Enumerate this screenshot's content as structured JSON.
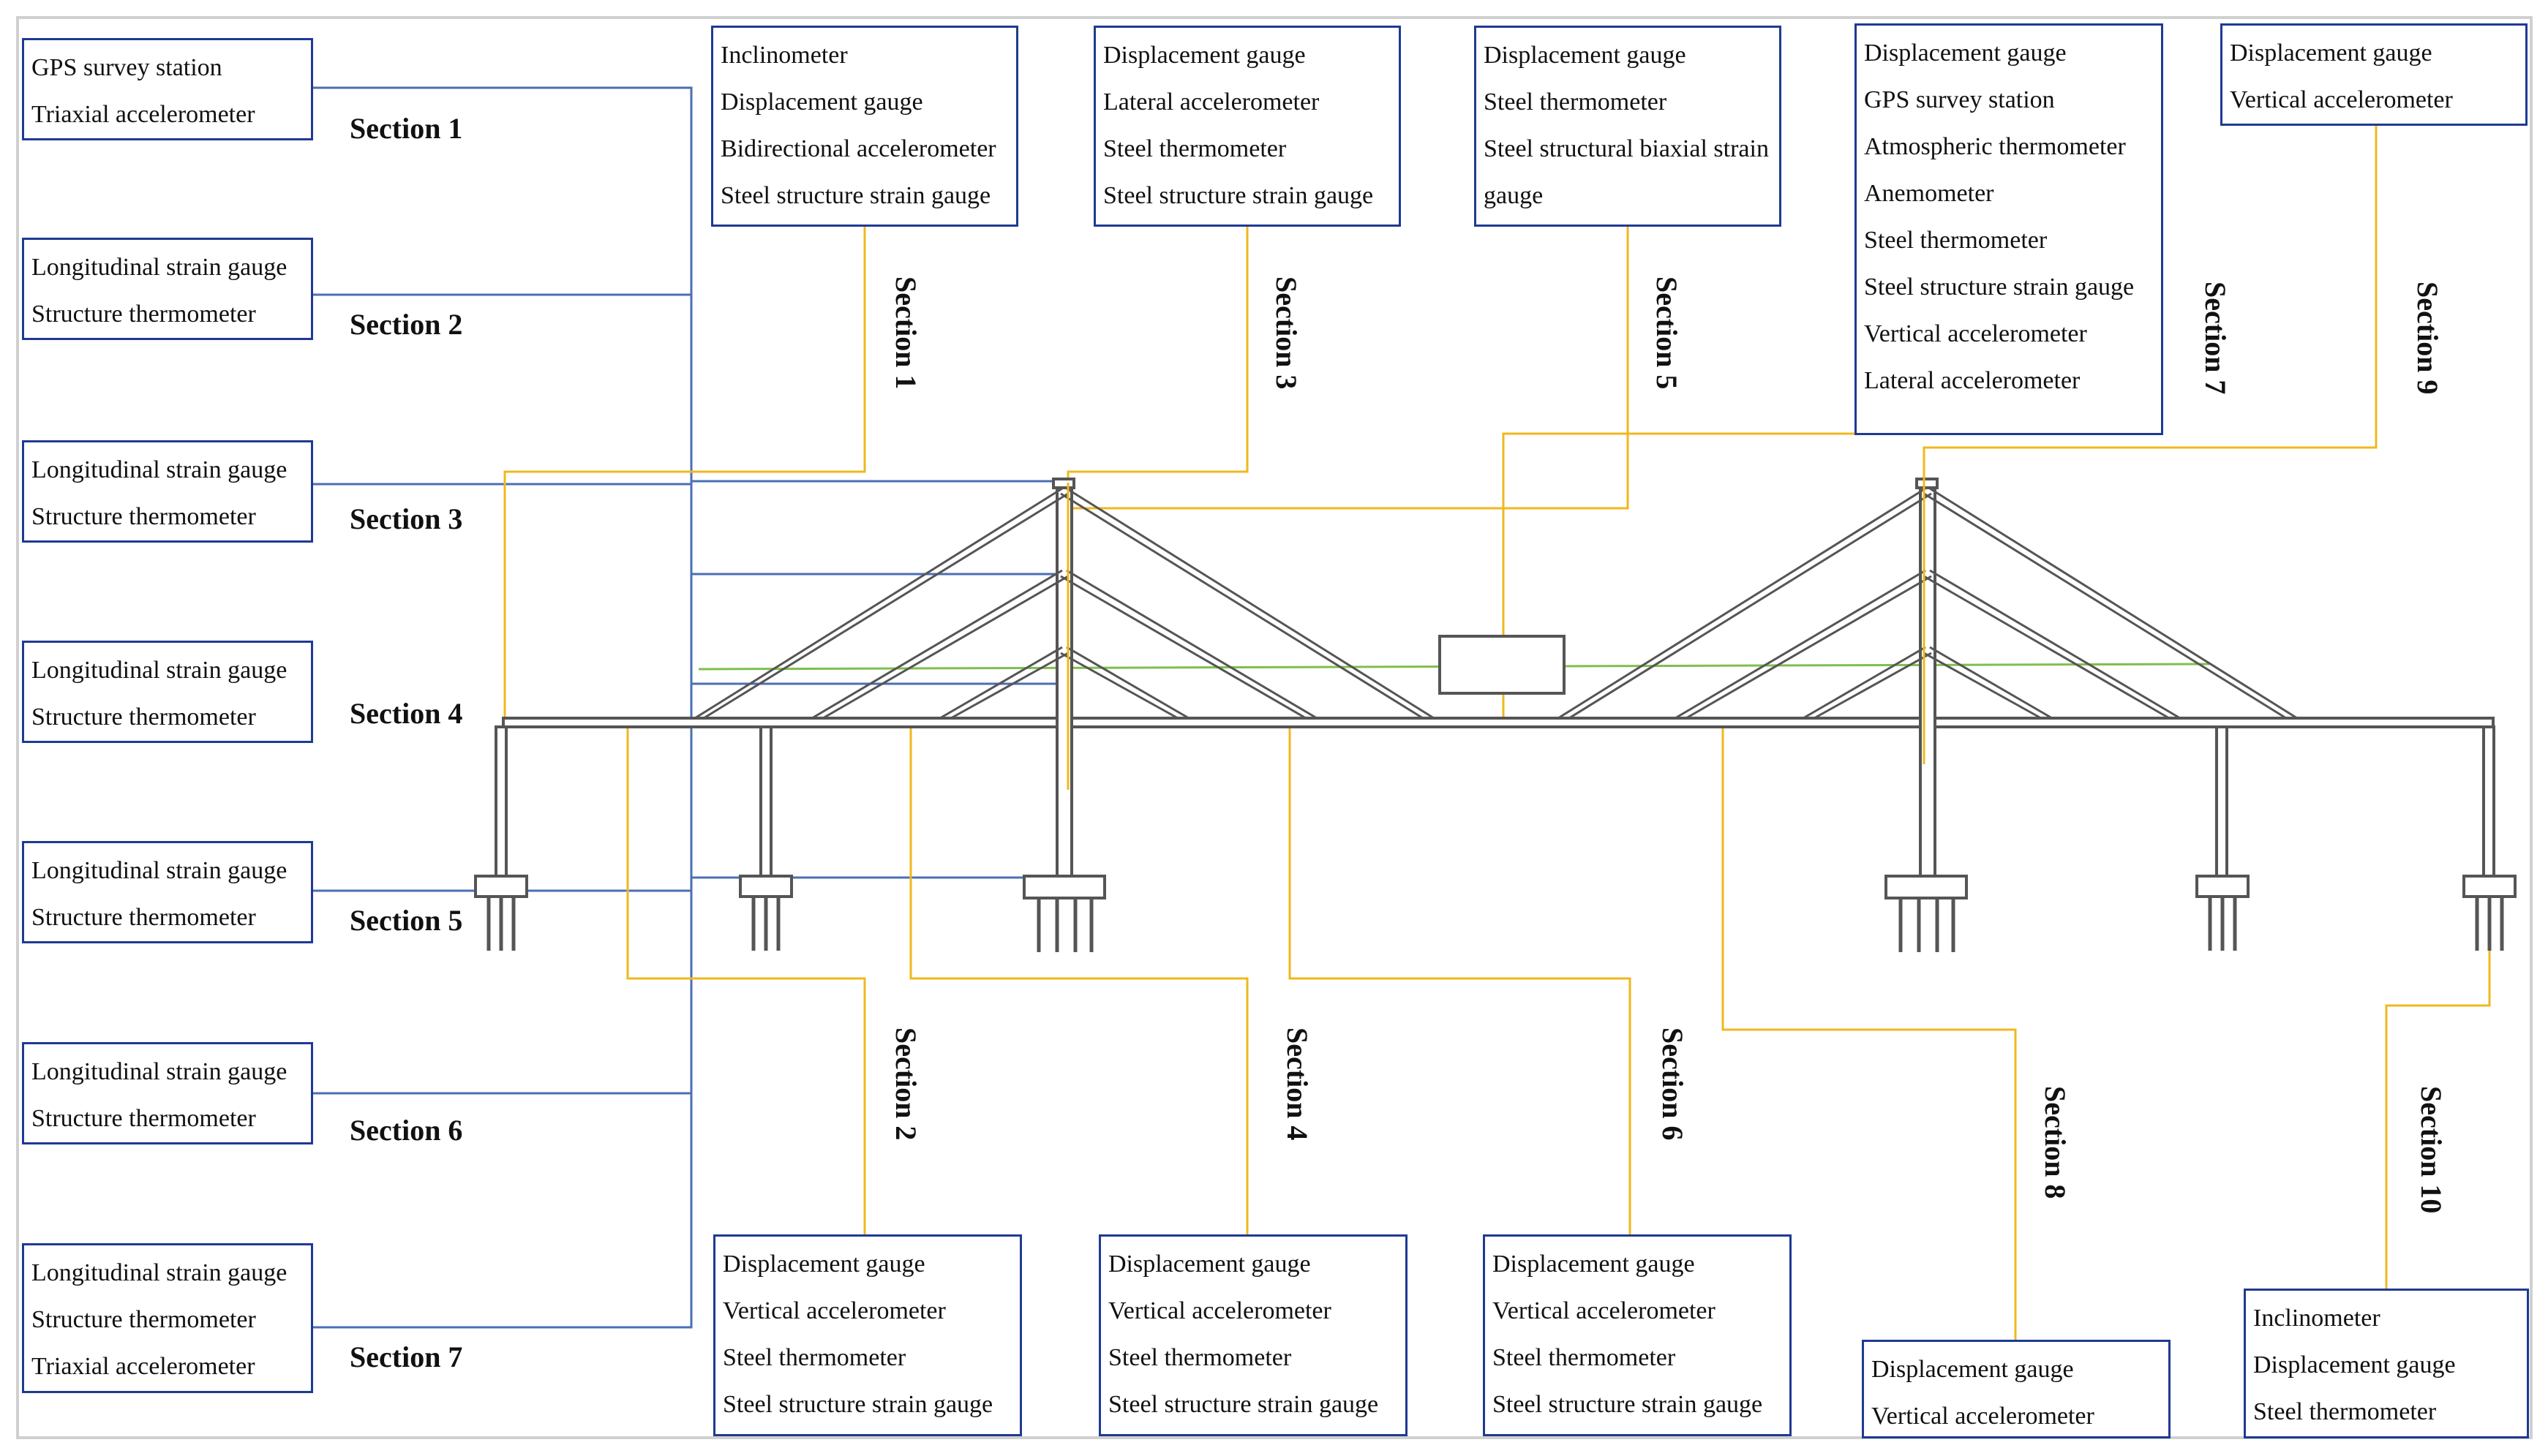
{
  "left_panel": [
    {
      "section": "Section 1",
      "sensors": [
        "GPS survey station",
        "Triaxial accelerometer"
      ]
    },
    {
      "section": "Section 2",
      "sensors": [
        "Longitudinal strain gauge",
        "Structure thermometer"
      ]
    },
    {
      "section": "Section 3",
      "sensors": [
        "Longitudinal strain gauge",
        "Structure thermometer"
      ]
    },
    {
      "section": "Section 4",
      "sensors": [
        "Longitudinal strain gauge",
        "Structure thermometer"
      ]
    },
    {
      "section": "Section 5",
      "sensors": [
        "Longitudinal strain gauge",
        "Structure thermometer"
      ]
    },
    {
      "section": "Section 6",
      "sensors": [
        "Longitudinal strain gauge",
        "Structure thermometer"
      ]
    },
    {
      "section": "Section 7",
      "sensors": [
        "Longitudinal strain gauge",
        "Structure thermometer",
        "Triaxial accelerometer"
      ]
    }
  ],
  "top_panel": [
    {
      "section": "Section 1",
      "sensors": [
        "Inclinometer",
        "Displacement gauge",
        "Bidirectional accelerometer",
        "Steel structure strain gauge"
      ]
    },
    {
      "section": "Section 3",
      "sensors": [
        "Displacement gauge",
        "Lateral accelerometer",
        "Steel thermometer",
        "Steel structure strain gauge"
      ]
    },
    {
      "section": "Section 5",
      "sensors": [
        "Displacement gauge",
        "Steel thermometer",
        "Steel structural biaxial strain",
        "gauge"
      ]
    },
    {
      "section": "Section 7",
      "sensors": [
        "Displacement gauge",
        "GPS survey station",
        "Atmospheric thermometer",
        "Anemometer",
        "Steel thermometer",
        "Steel structure strain gauge",
        "Vertical accelerometer",
        "Lateral accelerometer"
      ]
    },
    {
      "section": "Section 9",
      "sensors": [
        "Displacement gauge",
        "Vertical accelerometer"
      ]
    }
  ],
  "bottom_panel": [
    {
      "section": "Section 2",
      "sensors": [
        "Displacement gauge",
        "Vertical accelerometer",
        "Steel thermometer",
        "Steel structure strain gauge"
      ]
    },
    {
      "section": "Section 4",
      "sensors": [
        "Displacement gauge",
        "Vertical accelerometer",
        "Steel thermometer",
        "Steel structure strain gauge"
      ]
    },
    {
      "section": "Section 6",
      "sensors": [
        "Displacement gauge",
        "Vertical accelerometer",
        "Steel thermometer",
        "Steel structure strain gauge"
      ]
    },
    {
      "section": "Section 8",
      "sensors": [
        "Displacement gauge",
        "Vertical accelerometer"
      ]
    },
    {
      "section": "Section 10",
      "sensors": [
        "Inclinometer",
        "Displacement gauge",
        "Steel thermometer"
      ]
    }
  ],
  "colors": {
    "blue_lines": "#4a6fb5",
    "yellow_lines": "#f0b81e",
    "green_line": "#7fbf4d",
    "structure": "#555555"
  }
}
